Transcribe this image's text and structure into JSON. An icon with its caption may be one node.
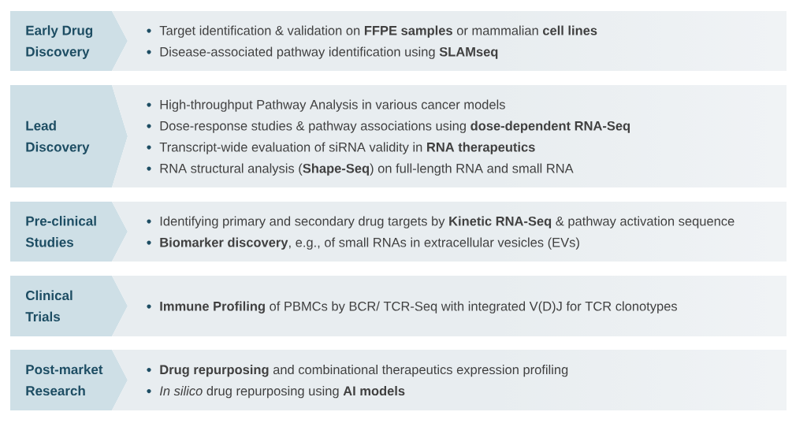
{
  "diagram": {
    "nodes": [
      {
        "text": [
          "Early Drug Discovery"
        ]
      },
      {
        "text": [
          "Target identification & validation on **FFPE samples** or mammalian **cell lines**",
          "Disease-associated pathway identification using **SLAMseq**"
        ]
      },
      {
        "text": [
          "Lead Discovery"
        ]
      },
      {
        "text": [
          "High-throughput Pathway Analysis in various cancer models",
          "Dose-response studies & pathway associations using **dose-dependent RNA-Seq**",
          "Transcript-wide evaluation of siRNA validity in **RNA therapeutics**",
          "RNA structural analysis (**Shape-Seq**) on full-length RNA and small RNA"
        ]
      },
      {
        "text": [
          "Pre-clinical Studies"
        ]
      },
      {
        "text": [
          "Identifying primary and secondary drug targets by **Kinetic RNA-Seq** & pathway activation sequence",
          "**Biomarker discovery**, e.g., of small RNAs in extracellular vesicles (EVs)"
        ]
      },
      {
        "text": [
          "Clinical Trials"
        ]
      },
      {
        "text": [
          "**Immune Profiling** of PBMCs by BCR/ TCR-Seq with integrated V(D)J for TCR clonotypes"
        ]
      },
      {
        "text": [
          "Post-market Research"
        ]
      },
      {
        "text": [
          "**Drug repurposing** and combinational therapeutics expression profiling",
          "*In silico* drug repurposing using **AI models**"
        ]
      }
    ]
  }
}
